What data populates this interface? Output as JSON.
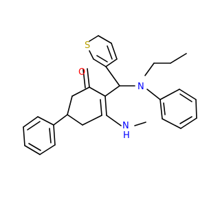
{
  "molecule": {
    "atoms": {
      "oxygen": "O",
      "sulfur": "S",
      "nitrogen": "N",
      "nh_nitrogen": "N",
      "nh_hydrogen": "H"
    },
    "colors": {
      "bond": "#000000",
      "oxygen": "#ff0000",
      "sulfur": "#b8a000",
      "nitrogen": "#0000ff",
      "background": "#ffffff"
    }
  }
}
